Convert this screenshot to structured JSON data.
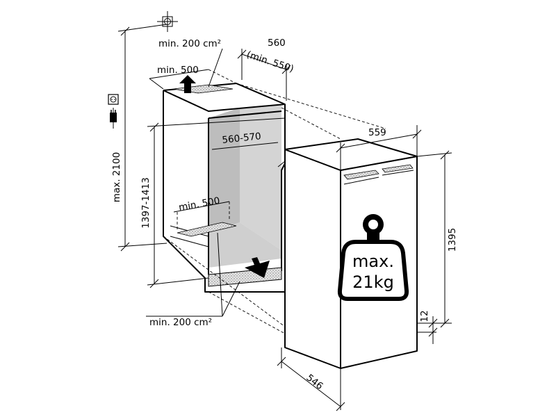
{
  "labels": {
    "vent_top": "min. 200 cm²",
    "vent_depth": "min. 500",
    "niche_width": "560",
    "niche_width_min": "(min. 550)",
    "max_height": "max. 2100",
    "niche_height": "1397-1413",
    "inner_width": "560-570",
    "vent_bottom_depth": "min. 500",
    "vent_bottom": "min. 200 cm²",
    "appliance_width": "559",
    "appliance_height": "1395",
    "appliance_depth": "546",
    "gap": "12",
    "door_load_1": "max.",
    "door_load_2": "21kg"
  },
  "icons": [
    "crosshair-icon",
    "power-socket-icon",
    "power-plug-icon",
    "weight-icon",
    "vent-arrow-icon"
  ]
}
